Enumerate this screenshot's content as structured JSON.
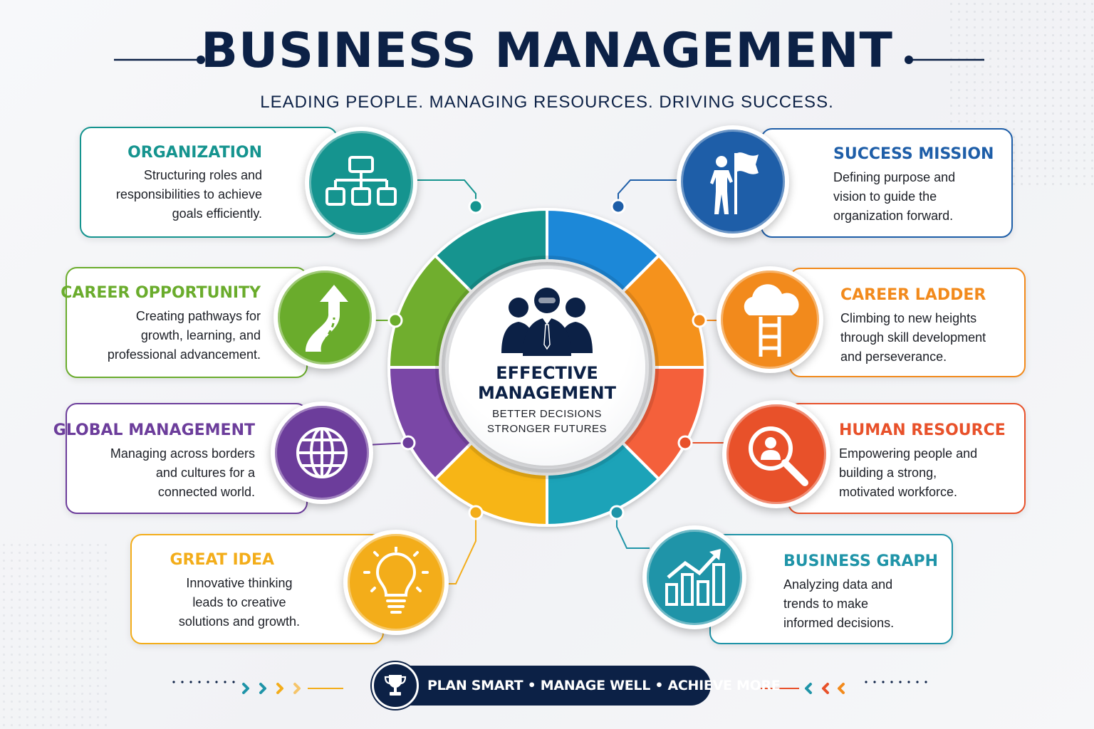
{
  "title": "BUSINESS MANAGEMENT",
  "subtitle": "LEADING PEOPLE. MANAGING RESOURCES. DRIVING SUCCESS.",
  "center": {
    "title_line1": "EFFECTIVE",
    "title_line2": "MANAGEMENT",
    "sub_line1": "BETTER DECISIONS",
    "sub_line2": "STRONGER FUTURES",
    "icon": "business-team-icon"
  },
  "items": [
    {
      "key": "organization",
      "title": "ORGANIZATION",
      "lines": [
        "Structuring roles and",
        "responsibilities to achieve",
        "goals efficiently."
      ],
      "color": "#15948f",
      "icon": "org-chart-icon"
    },
    {
      "key": "career-opportunity",
      "title": "CAREER OPPORTUNITY",
      "lines": [
        "Creating pathways for",
        "growth, learning, and",
        "professional advancement."
      ],
      "color": "#6aac2c",
      "icon": "road-arrow-icon"
    },
    {
      "key": "global-management",
      "title": "GLOBAL MANAGEMENT",
      "lines": [
        "Managing across borders",
        "and cultures for a",
        "connected world."
      ],
      "color": "#6c3d9b",
      "icon": "globe-icon"
    },
    {
      "key": "great-idea",
      "title": "GREAT IDEA",
      "lines": [
        "Innovative thinking",
        "leads to creative",
        "solutions and growth."
      ],
      "color": "#f3ad1a",
      "icon": "lightbulb-icon"
    },
    {
      "key": "success-mission",
      "title": "SUCCESS MISSION",
      "lines": [
        "Defining purpose and",
        "vision to guide the",
        "organization forward."
      ],
      "color": "#1e5ea8",
      "icon": "person-flag-icon"
    },
    {
      "key": "career-ladder",
      "title": "CAREER LADDER",
      "lines": [
        "Climbing to new heights",
        "through skill development",
        "and perseverance."
      ],
      "color": "#f28a1c",
      "icon": "ladder-cloud-icon"
    },
    {
      "key": "human-resource",
      "title": "HUMAN RESOURCE",
      "lines": [
        "Empowering people and",
        "building a strong,",
        "motivated workforce."
      ],
      "color": "#e8512a",
      "icon": "person-search-icon"
    },
    {
      "key": "business-graph",
      "title": "BUSINESS GRAPH",
      "lines": [
        "Analyzing data and",
        "trends to make",
        "informed decisions."
      ],
      "color": "#1f94a8",
      "icon": "bar-graph-icon"
    }
  ],
  "footer": {
    "text": "PLAN SMART • MANAGE WELL • ACHIEVE MORE",
    "icon": "trophy-icon"
  },
  "colors": {
    "navy": "#0c2146",
    "ring_teal": "#15948f",
    "ring_blue": "#1e88d8",
    "ring_orange": "#f5921c",
    "ring_red": "#f4613a",
    "ring_cyan": "#1aa3b8",
    "ring_yellow": "#f7b515",
    "ring_purple": "#7a47a6",
    "ring_green": "#6fae2e"
  }
}
